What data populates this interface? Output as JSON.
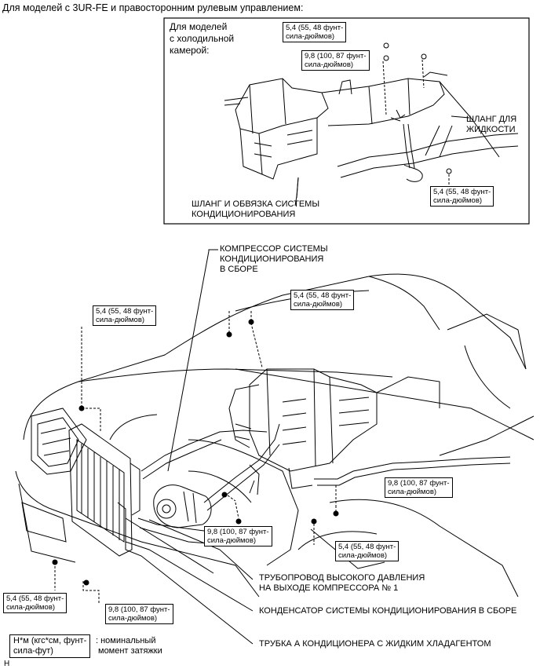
{
  "header": {
    "heading": "Для моделей с 3UR-FE и правосторонним рулевым управлением:"
  },
  "inset": {
    "title_lines": [
      "Для моделей",
      "с холодильной",
      "камерой:"
    ],
    "torque_boxes": [
      {
        "line1": "5,4 (55, 48 фунт-",
        "line2": "сила-дюймов)"
      },
      {
        "line1": "9,8 (100, 87 фунт-",
        "line2": "сила-дюймов)"
      },
      {
        "line1": "5,4 (55, 48 фунт-",
        "line2": "сила-дюймов)"
      }
    ],
    "callouts": {
      "liquid_hose": [
        "ШЛАНГ ДЛЯ",
        "ЖИДКОСТИ"
      ],
      "hose_harness": [
        "ШЛАНГ И ОБВЯЗКА СИСТЕМЫ",
        "КОНДИЦИОНИРОВАНИЯ"
      ]
    }
  },
  "main": {
    "callouts": {
      "compressor": [
        "КОМПРЕССОР СИСТЕМЫ",
        "КОНДИЦИОНИРОВАНИЯ",
        "В СБОРЕ"
      ],
      "discharge_pipe": [
        "ТРУБОПРОВОД ВЫСОКОГО ДАВЛЕНИЯ",
        "НА ВЫХОДЕ КОМПРЕССОРА № 1"
      ],
      "condenser": "КОНДЕНСАТОР СИСТЕМЫ КОНДИЦИОНИРОВАНИЯ В СБОРЕ",
      "liquid_tube": "ТРУБКА А КОНДИЦИОНЕРА С ЖИДКИМ ХЛАДАГЕНТОМ"
    },
    "torque_boxes": [
      {
        "line1": "5,4 (55, 48 фунт-",
        "line2": "сила-дюймов)"
      },
      {
        "line1": "5,4 (55, 48 фунт-",
        "line2": "сила-дюймов)"
      },
      {
        "line1": "9,8 (100, 87 фунт-",
        "line2": "сила-дюймов)"
      },
      {
        "line1": "9,8 (100, 87 фунт-",
        "line2": "сила-дюймов)"
      },
      {
        "line1": "5,4 (55, 48 фунт-",
        "line2": "сила-дюймов)"
      },
      {
        "line1": "5,4 (55, 48 фунт-",
        "line2": "сила-дюймов)"
      },
      {
        "line1": "9,8 (100, 87 фунт-",
        "line2": "сила-дюймов)"
      }
    ]
  },
  "legend": {
    "unit_line1": "Н*м (кгс*см, фунт-",
    "unit_line2": "сила-фут)",
    "desc_line1": ": номинальный",
    "desc_line2": "момент затяжки"
  },
  "footer_mark": "H"
}
